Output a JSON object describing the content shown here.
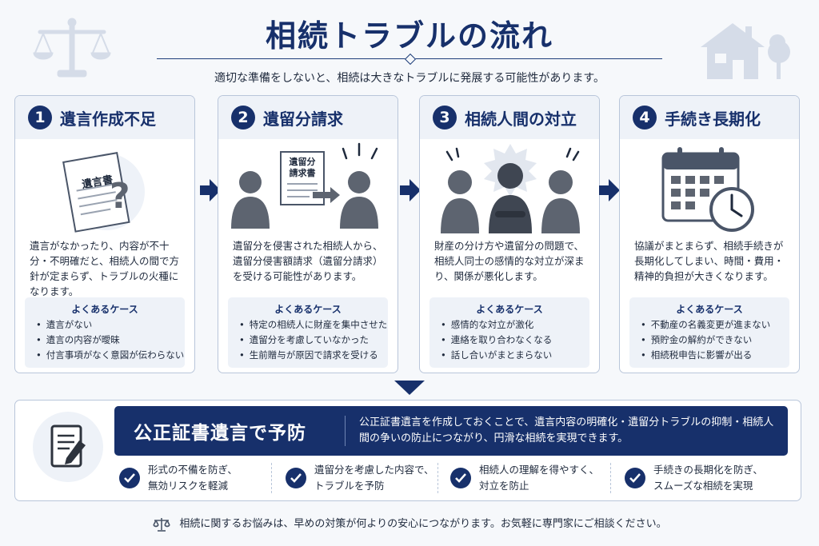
{
  "header": {
    "title": "相続トラブルの流れ",
    "subtitle": "適切な準備をしないと、相続は大きなトラブルに発展する可能性があります。"
  },
  "steps": [
    {
      "number": "1",
      "title": "遺言作成不足",
      "illustration_label": "遺言書",
      "icon": "will-document-question-icon",
      "description": "遺言がなかったり、内容が不十分・不明確だと、相続人の間で方針が定まらず、トラブルの火種になります。",
      "cases_title": "よくあるケース",
      "cases": [
        "遺言がない",
        "遺言の内容が曖昧",
        "付言事項がなく意図が伝わらない"
      ]
    },
    {
      "number": "2",
      "title": "遺留分請求",
      "illustration_label_line1": "遺留分",
      "illustration_label_line2": "請求書",
      "icon": "claim-letter-icon",
      "description": "遺留分を侵害された相続人から、遺留分侵害額請求（遺留分請求）を受ける可能性があります。",
      "cases_title": "よくあるケース",
      "cases": [
        "特定の相続人に財産を集中させた",
        "遺留分を考慮していなかった",
        "生前贈与が原因で請求を受ける"
      ]
    },
    {
      "number": "3",
      "title": "相続人間の対立",
      "icon": "conflict-people-icon",
      "description": "財産の分け方や遺留分の問題で、相続人同士の感情的な対立が深まり、関係が悪化します。",
      "cases_title": "よくあるケース",
      "cases": [
        "感情的な対立が激化",
        "連絡を取り合わなくなる",
        "話し合いがまとまらない"
      ]
    },
    {
      "number": "4",
      "title": "手続き長期化",
      "icon": "calendar-clock-icon",
      "description": "協議がまとまらず、相続手続きが長期化してしまい、時間・費用・精神的負担が大きくなります。",
      "cases_title": "よくあるケース",
      "cases": [
        "不動産の名義変更が進まない",
        "預貯金の解約ができない",
        "相続税申告に影響が出る"
      ]
    }
  ],
  "prevention": {
    "title": "公正証書遺言で予防",
    "text": "公正証書遺言を作成しておくことで、遺言内容の明確化・遺留分トラブルの抑制・相続人間の争いの防止につながり、円滑な相続を実現できます。",
    "benefits": [
      {
        "line1": "形式の不備を防ぎ、",
        "line2": "無効リスクを軽減"
      },
      {
        "line1": "遺留分を考慮した内容で、",
        "line2": "トラブルを予防"
      },
      {
        "line1": "相続人の理解を得やすく、",
        "line2": "対立を防止"
      },
      {
        "line1": "手続きの長期化を防ぎ、",
        "line2": "スムーズな相続を実現"
      }
    ]
  },
  "footer": {
    "text": "相続に関するお悩みは、早めの対策が何よりの安心につながります。お気軽に専門家にご相談ください。"
  },
  "colors": {
    "navy": "#17306b",
    "panel": "#eef2f8",
    "gray_figure": "#5d6470",
    "background": "#f6f8fb"
  }
}
